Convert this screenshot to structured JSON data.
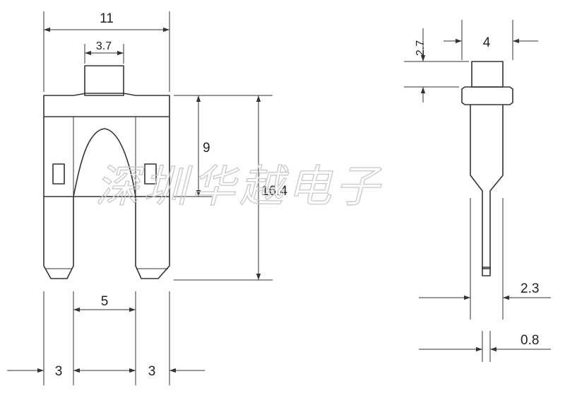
{
  "dimensions": {
    "total_width": "11",
    "tab_width": "3.7",
    "inner_height": "9",
    "total_height": "16.4",
    "blade_gap": "5",
    "blade_left_width": "3",
    "blade_right_width": "3",
    "cap_height": "2.7",
    "side_width": "4",
    "side_body_width": "2.3",
    "blade_thickness": "0.8"
  },
  "watermark": "深圳华越电子",
  "colors": {
    "line": "#333333",
    "watermark": "#c9c9c9"
  }
}
